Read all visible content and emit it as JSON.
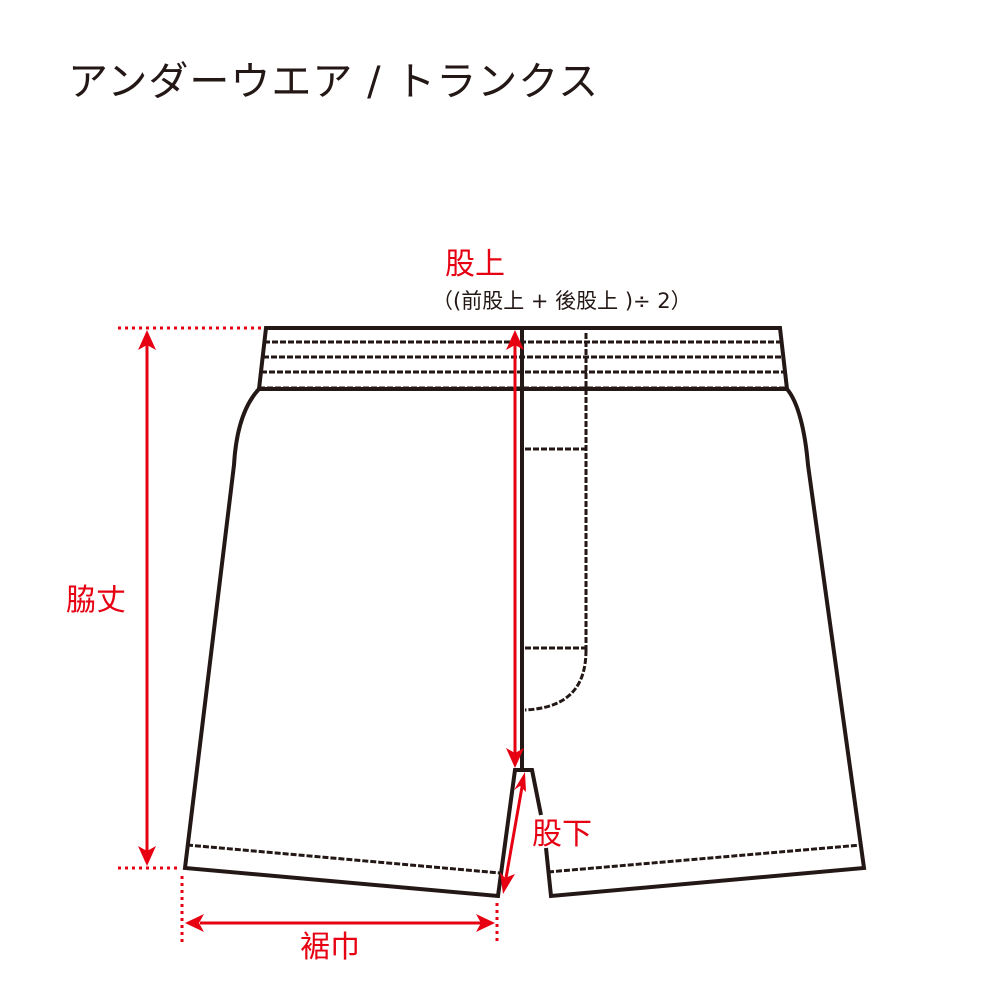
{
  "title": "アンダーウエア / トランクス",
  "colors": {
    "outline": "#231815",
    "measure": "#e60012",
    "background": "#ffffff"
  },
  "measurements": {
    "rise": {
      "label": "股上",
      "formula": "（(前股上 + 後股上 )÷ 2）"
    },
    "side_length": {
      "label": "脇丈"
    },
    "inseam": {
      "label": "股下"
    },
    "hem_width": {
      "label": "裾巾"
    }
  },
  "garment": {
    "type": "trunks",
    "view": "front",
    "features": [
      "waistband with 4 stitch lines",
      "front fly",
      "hem stitching"
    ]
  }
}
